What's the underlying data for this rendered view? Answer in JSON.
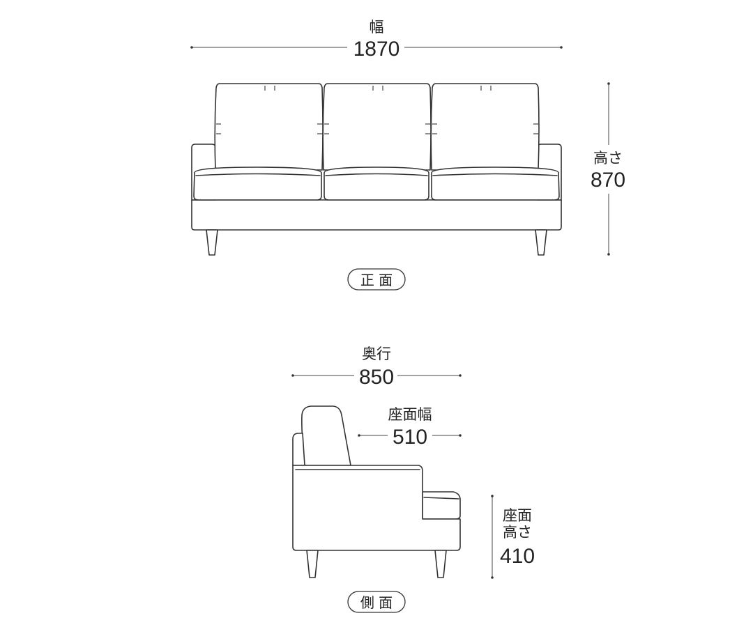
{
  "front_view": {
    "width_label": "幅",
    "width_value": "1870",
    "height_label": "高さ",
    "height_value": "870",
    "caption": "正 面"
  },
  "side_view": {
    "depth_label": "奥行",
    "depth_value": "850",
    "seat_width_label": "座面幅",
    "seat_width_value": "510",
    "seat_height_label_1": "座面",
    "seat_height_label_2": "高さ",
    "seat_height_value": "410",
    "caption": "側 面"
  }
}
